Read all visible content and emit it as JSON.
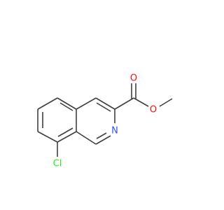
{
  "molecule": {
    "atoms": [
      {
        "id": "O_carbonyl",
        "label": "O",
        "color": "#ff0d0d"
      },
      {
        "id": "O_ester",
        "label": "O",
        "color": "#ff0d0d"
      },
      {
        "id": "N_ring",
        "label": "N",
        "color": "#3050f8"
      },
      {
        "id": "Cl_sub",
        "label": "Cl",
        "color": "#1ff01f"
      }
    ],
    "bond_color": "#404040"
  }
}
